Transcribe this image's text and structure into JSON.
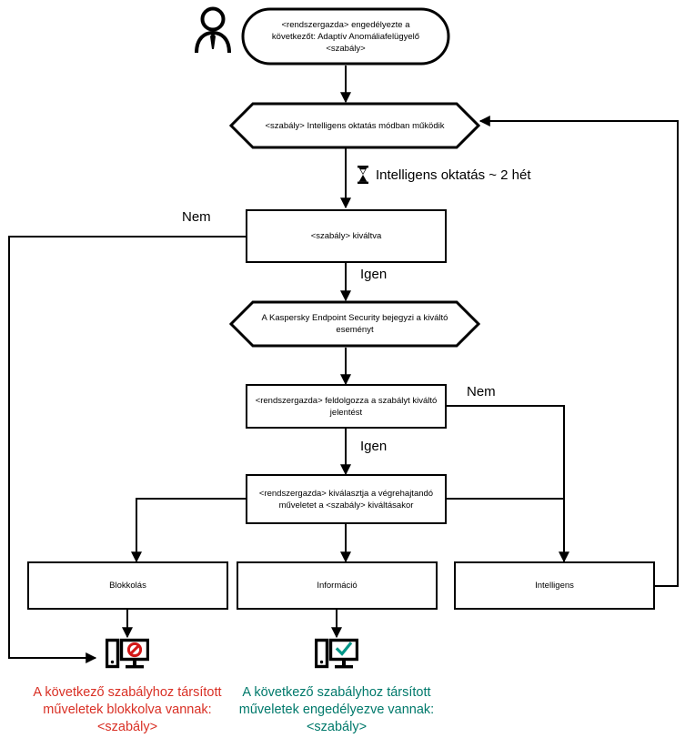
{
  "diagram": {
    "title": "Adaptiv Anomaliafelugyelo szabaly folyamatabra",
    "actor": {
      "icon": "person-icon"
    },
    "nodes": {
      "start": {
        "shape": "stadium",
        "text": "<rendszergazda> engedélyezte a következőt: Adaptív Anomáliafelügyelő <szabály>"
      },
      "smart_mode": {
        "shape": "hexagon",
        "text": "<szabály> Intelligens oktatás módban működik"
      },
      "rule_triggered": {
        "shape": "process",
        "text": "<szabály> kiváltva"
      },
      "kes_logs": {
        "shape": "hexagon",
        "text": "A Kaspersky Endpoint Security bejegyzi a kiváltó eseményt"
      },
      "admin_processes": {
        "shape": "process",
        "text": "<rendszergazda>  feldolgozza a szabályt kiváltó jelentést"
      },
      "admin_selects": {
        "shape": "process",
        "text": "<rendszergazda> kiválasztja a végrehajtandó műveletet a <szabály> kiváltásakor"
      },
      "action_block": {
        "shape": "process",
        "text": "Blokkolás"
      },
      "action_info": {
        "shape": "process",
        "text": "Információ"
      },
      "action_smart": {
        "shape": "process",
        "text": "Intelligens"
      }
    },
    "edge_labels": {
      "trigger_no": "Nem",
      "trigger_yes": "Igen",
      "report_no": "Nem",
      "report_yes": "Igen"
    },
    "timer": {
      "icon": "hourglass-icon",
      "text": "Intelligens oktatás ~ 2 hét"
    },
    "outcomes": [
      {
        "id": "blocked",
        "icon": "computer-blocked-icon",
        "text": "A következő szabályhoz társított műveletek blokkolva vannak:\n<szabály>",
        "color": "#d93025"
      },
      {
        "id": "allowed",
        "icon": "computer-allowed-icon",
        "text": "A következő szabályhoz társított műveletek engedélyezve vannak:\n<szabály>",
        "color": "#00796b"
      }
    ],
    "colors": {
      "stroke": "#000000",
      "fill": "#ffffff",
      "blocked": "#d93025",
      "allowed": "#00796b",
      "check": "#009688"
    }
  }
}
